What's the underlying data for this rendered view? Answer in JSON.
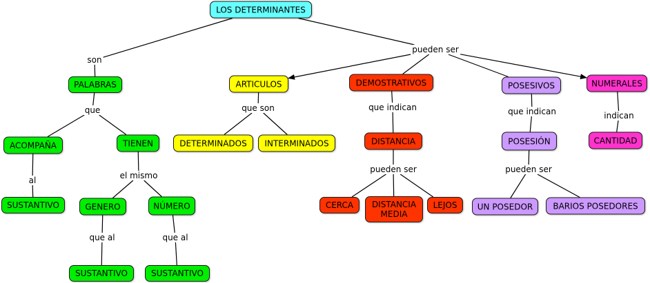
{
  "colors": {
    "cyan": "#66ffff",
    "green": "#00ee00",
    "yellow": "#ffff00",
    "red": "#ff3300",
    "violet": "#cc99ff",
    "magenta": "#ff33cc",
    "line": "#000000"
  },
  "nodes": {
    "root": {
      "text": "LOS DETERMINANTES",
      "color": "#66ffff"
    },
    "palabras": {
      "text": "PALABRAS",
      "color": "#00ee00"
    },
    "acompana": {
      "text": "ACOMPAÑA",
      "color": "#00ee00"
    },
    "tienen": {
      "text": "TIENEN",
      "color": "#00ee00"
    },
    "sustantivo1": {
      "text": "SUSTANTIVO",
      "color": "#00ee00"
    },
    "genero": {
      "text": "GENERO",
      "color": "#00ee00"
    },
    "numero": {
      "text": "NÚMERO",
      "color": "#00ee00"
    },
    "sustantivo2": {
      "text": "SUSTANTIVO",
      "color": "#00ee00"
    },
    "sustantivo3": {
      "text": "SUSTANTIVO",
      "color": "#00ee00"
    },
    "articulos": {
      "text": "ARTICULOS",
      "color": "#ffff00"
    },
    "determinados": {
      "text": "DETERMINADOS",
      "color": "#ffff00"
    },
    "interminados": {
      "text": "INTERMINADOS",
      "color": "#ffff00"
    },
    "demostrativos": {
      "text": "DEMOSTRATIVOS",
      "color": "#ff3300"
    },
    "distancia": {
      "text": "DISTANCIA",
      "color": "#ff3300"
    },
    "cerca": {
      "text": "CERCA",
      "color": "#ff3300"
    },
    "distancia_media": {
      "text": "DISTANCIA MEDIA",
      "color": "#ff3300"
    },
    "lejos": {
      "text": "LEJOS",
      "color": "#ff3300"
    },
    "posesivos": {
      "text": "POSESIVOS",
      "color": "#cc99ff"
    },
    "posesion": {
      "text": "POSESIÓN",
      "color": "#cc99ff"
    },
    "un_posedor": {
      "text": "UN POSEDOR",
      "color": "#cc99ff"
    },
    "barios_posedores": {
      "text": "BARIOS POSEDORES",
      "color": "#cc99ff"
    },
    "numerales": {
      "text": "NUMERALES",
      "color": "#ff33cc"
    },
    "cantidad": {
      "text": "CANTIDAD",
      "color": "#ff33cc"
    }
  },
  "labels": {
    "son": "son",
    "pueden_ser_top": "pueden ser",
    "que": "que",
    "al": "al",
    "el_mismo": "el mismo",
    "que_al_1": "que al",
    "que_al_2": "que al",
    "que_son": "que son",
    "que_indican_1": "que indican",
    "pueden_ser_dist": "pueden ser",
    "que_indican_2": "que indican",
    "pueden_ser_pos": "pueden ser",
    "indican": "indican"
  },
  "edges": [
    {
      "from": "root",
      "to": "son"
    },
    {
      "from": "son",
      "to": "palabras"
    },
    {
      "from": "root",
      "to": "pueden_ser_top"
    },
    {
      "from": "pueden_ser_top",
      "to": "articulos",
      "arrow": true
    },
    {
      "from": "pueden_ser_top",
      "to": "demostrativos"
    },
    {
      "from": "pueden_ser_top",
      "to": "posesivos"
    },
    {
      "from": "pueden_ser_top",
      "to": "numerales",
      "arrow": true
    },
    {
      "from": "palabras",
      "to": "que"
    },
    {
      "from": "que",
      "to": "acompana"
    },
    {
      "from": "que",
      "to": "tienen"
    },
    {
      "from": "acompana",
      "to": "al"
    },
    {
      "from": "al",
      "to": "sustantivo1"
    },
    {
      "from": "tienen",
      "to": "el_mismo"
    },
    {
      "from": "el_mismo",
      "to": "genero"
    },
    {
      "from": "el_mismo",
      "to": "numero"
    },
    {
      "from": "genero",
      "to": "que_al_1"
    },
    {
      "from": "que_al_1",
      "to": "sustantivo2"
    },
    {
      "from": "numero",
      "to": "que_al_2"
    },
    {
      "from": "que_al_2",
      "to": "sustantivo3"
    },
    {
      "from": "articulos",
      "to": "que_son"
    },
    {
      "from": "que_son",
      "to": "determinados"
    },
    {
      "from": "que_son",
      "to": "interminados"
    },
    {
      "from": "demostrativos",
      "to": "que_indican_1"
    },
    {
      "from": "que_indican_1",
      "to": "distancia"
    },
    {
      "from": "distancia",
      "to": "pueden_ser_dist"
    },
    {
      "from": "pueden_ser_dist",
      "to": "cerca"
    },
    {
      "from": "pueden_ser_dist",
      "to": "distancia_media"
    },
    {
      "from": "pueden_ser_dist",
      "to": "lejos"
    },
    {
      "from": "posesivos",
      "to": "que_indican_2"
    },
    {
      "from": "que_indican_2",
      "to": "posesion"
    },
    {
      "from": "posesion",
      "to": "pueden_ser_pos"
    },
    {
      "from": "pueden_ser_pos",
      "to": "un_posedor"
    },
    {
      "from": "pueden_ser_pos",
      "to": "barios_posedores"
    },
    {
      "from": "numerales",
      "to": "indican"
    },
    {
      "from": "indican",
      "to": "cantidad"
    }
  ]
}
